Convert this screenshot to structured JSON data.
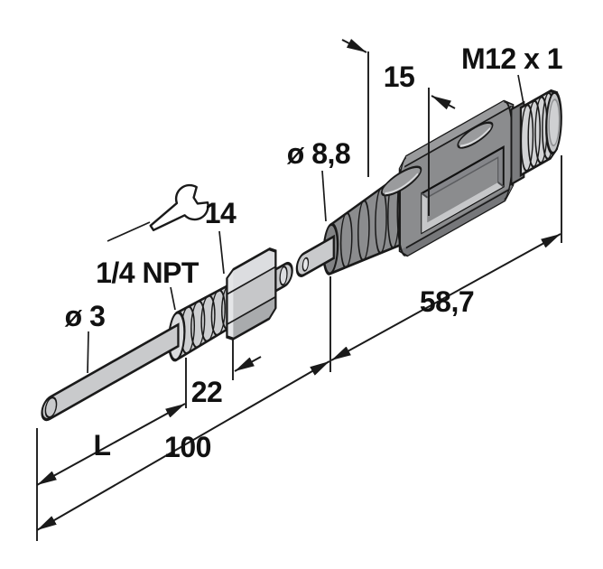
{
  "diagram": {
    "title": "Temperature probe dimensional drawing",
    "labels": {
      "probe_diameter": "ø 3",
      "process_thread": "1/4 NPT",
      "wrench_size": "14",
      "housing_dim": "15",
      "gland_diameter": "ø 8,8",
      "connector_thread": "M12 x 1",
      "fitting_length": "22",
      "immersion_length": "L",
      "probe_length": "100",
      "housing_length": "58,7"
    },
    "colors": {
      "line": "#1a1a1a",
      "metal_light": "#c9cacc",
      "metal_bright": "#e2e3e5",
      "thread_light": "#d2d3d5",
      "housing_gray": "#8b8c8e",
      "housing_shadow": "#76777a",
      "background": "#ffffff"
    }
  }
}
